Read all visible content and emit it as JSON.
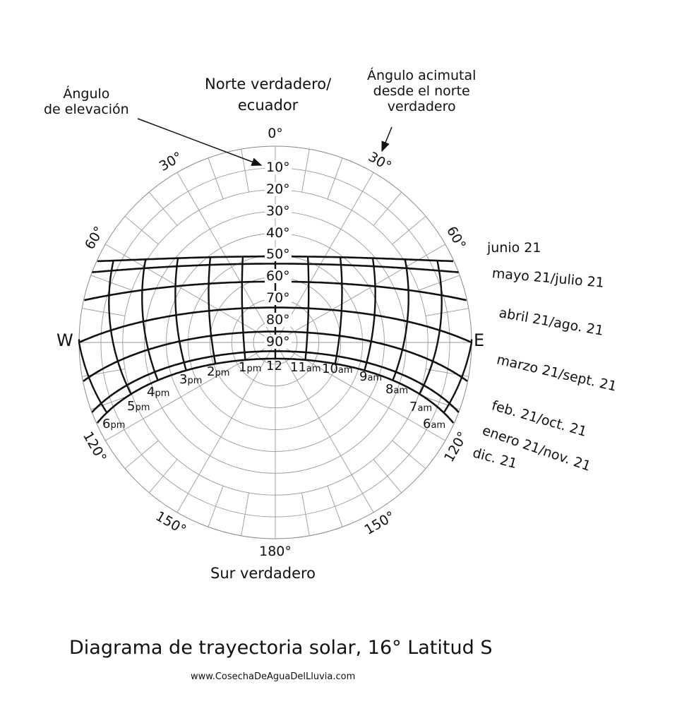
{
  "annotations": {
    "north": [
      "Norte verdadero/",
      "ecuador"
    ],
    "south": "Sur verdadero",
    "elevation": [
      "Ángulo",
      "de elevación"
    ],
    "azimuth": [
      "Ángulo acimutal",
      "desde el norte",
      "verdadero"
    ],
    "west": "W",
    "east": "E"
  },
  "footer": {
    "title": "Diagrama de trayectoria solar, 16° Latitud S",
    "url": "www.CosechaDeAguaDelLluvia.com"
  },
  "chart_data": {
    "type": "sun-path (polar)",
    "latitude_deg": -16,
    "elevation_rings_deg": [
      10,
      20,
      30,
      40,
      50,
      60,
      70,
      80,
      90
    ],
    "elevation_labels": [
      "10°",
      "20°",
      "30°",
      "40°",
      "50°",
      "60°",
      "70°",
      "80°",
      "90°"
    ],
    "azimuth_labels": [
      {
        "az": 0,
        "text": "0°"
      },
      {
        "az": 30,
        "text": "30°"
      },
      {
        "az": -30,
        "text": "30°"
      },
      {
        "az": 60,
        "text": "60°"
      },
      {
        "az": -60,
        "text": "60°"
      },
      {
        "az": 120,
        "text": "120°"
      },
      {
        "az": -120,
        "text": "120°"
      },
      {
        "az": 150,
        "text": "150°"
      },
      {
        "az": -150,
        "text": "150°"
      },
      {
        "az": 180,
        "text": "180°"
      }
    ],
    "dates": [
      {
        "label": "junio 21",
        "declination": 23.44
      },
      {
        "label": "mayo 21/julio 21",
        "declination": 20.1
      },
      {
        "label": "abril 21/ago. 21",
        "declination": 11.9
      },
      {
        "label": "marzo 21/sept. 21",
        "declination": 0.0
      },
      {
        "label": "feb. 21/oct. 21",
        "declination": -11.0
      },
      {
        "label": "enero 21/nov. 21",
        "declination": -20.0
      },
      {
        "label": "dic. 21",
        "declination": -23.44
      }
    ],
    "hours": [
      {
        "hour": 6,
        "num": "6",
        "suffix": "am"
      },
      {
        "hour": 7,
        "num": "7",
        "suffix": "am"
      },
      {
        "hour": 8,
        "num": "8",
        "suffix": "am"
      },
      {
        "hour": 9,
        "num": "9",
        "suffix": "am"
      },
      {
        "hour": 10,
        "num": "10",
        "suffix": "am"
      },
      {
        "hour": 11,
        "num": "11",
        "suffix": "am"
      },
      {
        "hour": 12,
        "num": "12",
        "suffix": ""
      },
      {
        "hour": 13,
        "num": "1",
        "suffix": "pm"
      },
      {
        "hour": 14,
        "num": "2",
        "suffix": "pm"
      },
      {
        "hour": 15,
        "num": "3",
        "suffix": "pm"
      },
      {
        "hour": 16,
        "num": "4",
        "suffix": "pm"
      },
      {
        "hour": 17,
        "num": "5",
        "suffix": "pm"
      },
      {
        "hour": 18,
        "num": "6",
        "suffix": "pm"
      }
    ]
  }
}
